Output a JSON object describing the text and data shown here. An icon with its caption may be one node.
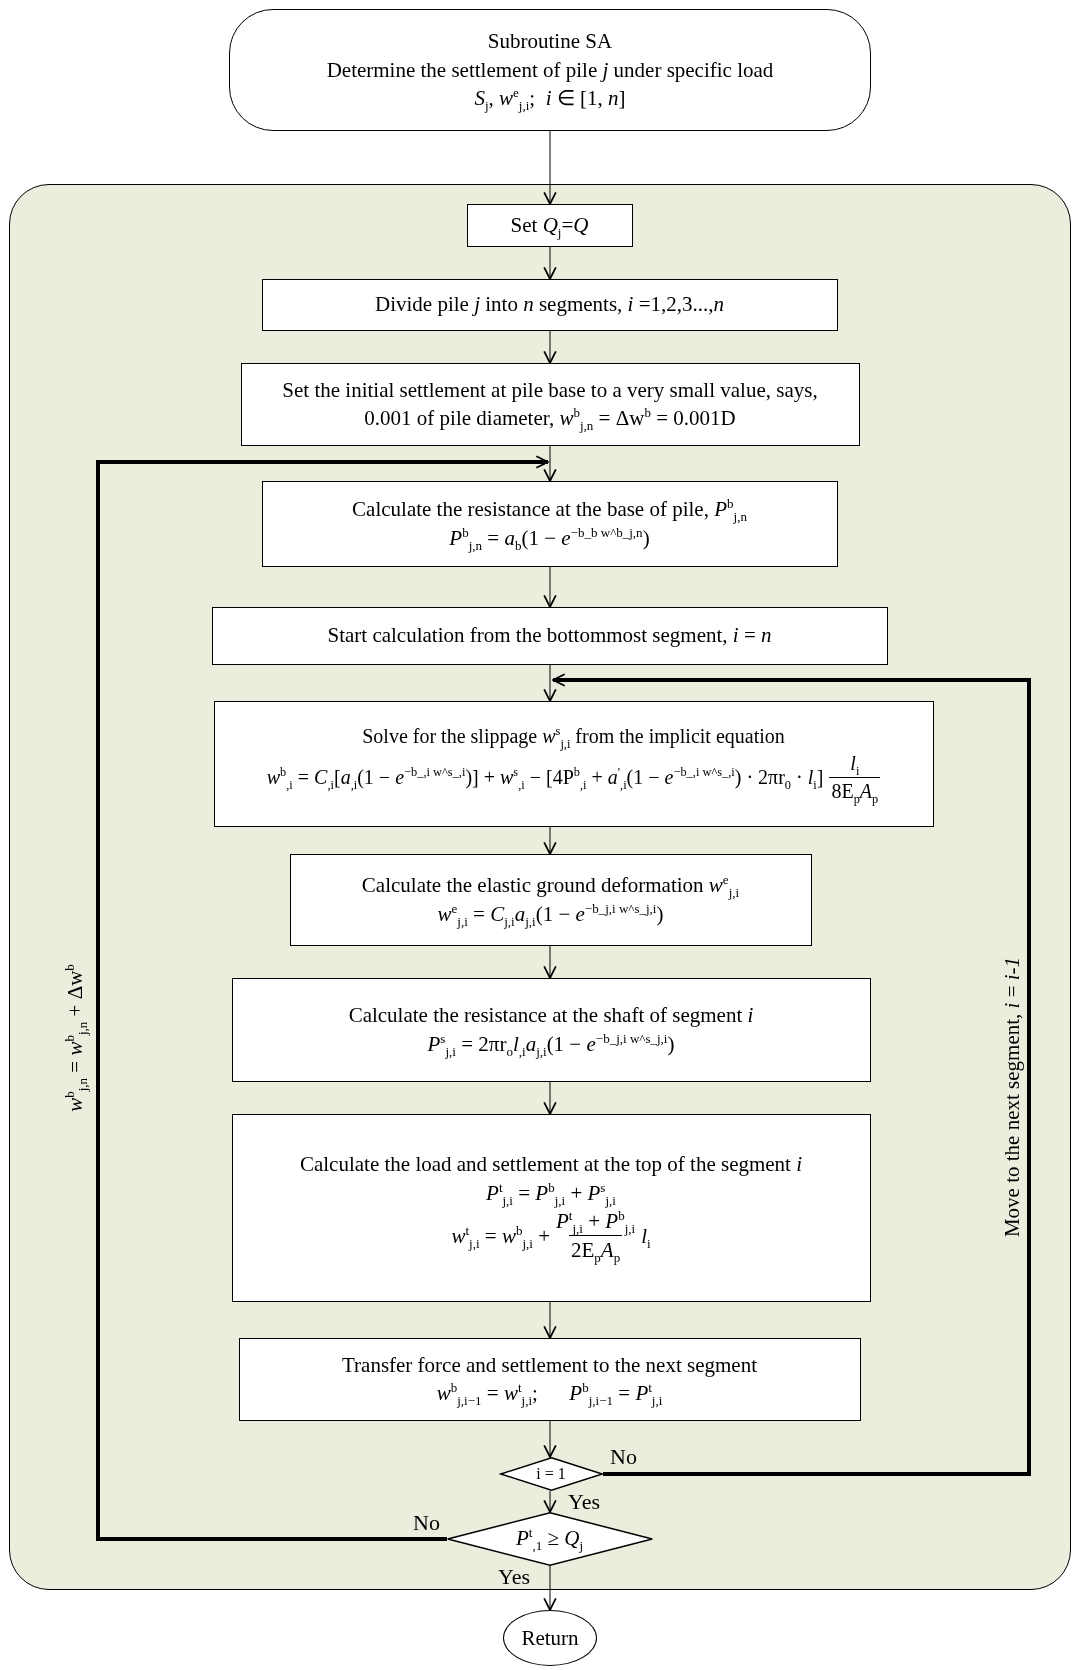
{
  "diagram": {
    "nodes": [
      {
        "text": [
          "Subroutine SA",
          "Determine the settlement of pile *j* under specific load",
          "*S*$_{j}$, *w*$^{e}$$_{j,i}$;  *i* ∈ [1, *n*]"
        ]
      },
      {
        "text": [],
        "shape": "box"
      },
      {
        "text": [
          "Set *Q*$_{j}$=*Q*"
        ],
        "in": 1
      },
      {
        "text": [
          "Divide pile *j* into *n* segments, *i* =1,2,3...,*n*"
        ],
        "in": 1
      },
      {
        "text": [
          "Set the initial settlement at pile base to a very small value, says, 0.001 of pile diameter, *w*$^{b}$$_{j,n}$ = Δw$^{b}$ = 0.001D"
        ],
        "in": 1
      },
      {
        "text": [
          "Calculate the resistance at the base of pile, *P*$^{b}$$_{j,n}$",
          "*P*$^{b}$$_{j,n}$ = *a*$_{b}$(1 − *e*$^{−b_b w^b_j,n}$)"
        ],
        "in": 1
      },
      {
        "text": [
          "Start calculation from the bottommost segment, *i* = *n*"
        ],
        "in": 1
      },
      {
        "text": [
          "Solve for the slippage *w*$^{s}$$_{j,i}$ from the implicit equation",
          "*w*$^{b}$$_{,i}$ = *C*$_{,i}$[*a*$_{,i}$(1 − *e*$^{−b_,i w^s_,i}$)] + *w*$^{s}$$_{,i}$ − [4P$^{b}$$_{,i}$ + *a*$^{'}$$_{,i}$(1 − *e*$^{−b_,i w^s_,i}$) · 2πr$_{0}$ · *l*$_{i}$]",
          "*l*$_{i}$",
          "8E$_{p}$*A*$_{p}$"
        ],
        "in": 1
      },
      {
        "text": [
          "Calculate the elastic ground deformation *w*$^{e}$$_{j,i}$",
          "*w*$^{e}$$_{j,i}$ = *C*$_{j,i}$*a*$_{j,i}$(1 − *e*$^{−b_j,i w^s_j,i}$)"
        ],
        "in": 1
      },
      {
        "text": [
          "Calculate the resistance at the shaft of segment *i*",
          "*P*$^{s}$$_{j,i}$ = 2πr$_{o}$*l*$_{,i}$*a*$_{j,i}$(1 − *e*$^{−b_j,i w^s_j,i}$)"
        ],
        "in": 1
      },
      {
        "text": [
          "Calculate the load and settlement at the top of the segment *i*",
          "*P*$^{t}$$_{j,i}$ = *P*$^{b}$$_{j,i}$ + *P*$^{s}$$_{j,i}$",
          "*w*$^{t}$$_{j,i}$ = *w*$^{b}$$_{j,i}$ +",
          "*P*$^{t}$$_{j,i}$ + *P*$^{b}$$_{j,i}$",
          "2E$_{p}$*A*$_{p}$",
          "*l*$_{i}$"
        ],
        "in": 1
      },
      {
        "text": [
          "Transfer force and settlement to the next segment",
          "*w*$^{b}$$_{j,i−1}$ = *w*$^{t}$$_{j,i}$;      *P*$^{b}$$_{j,i−1}$ = *P*$^{t}$$_{j,i}$"
        ],
        "in": 1
      },
      {
        "text": [
          "i = 1"
        ],
        "in": 1
      },
      {
        "text": [
          "*P*$^{t}$$_{,1}$ ≥ *Q*$_{j}$"
        ],
        "in": 1
      },
      {
        "text": [
          "Return"
        ]
      }
    ],
    "edges": [
      {
        "from": 0,
        "to": 2,
        "arrow": "to"
      },
      {
        "from": 2,
        "to": 3,
        "arrow": "to"
      },
      {
        "from": 3,
        "to": 4,
        "arrow": "to"
      },
      {
        "from": 4,
        "to": 5,
        "arrow": "to"
      },
      {
        "from": 5,
        "to": 6,
        "arrow": "to"
      },
      {
        "from": 6,
        "to": 7,
        "arrow": "to"
      },
      {
        "from": 7,
        "to": 8,
        "arrow": "to"
      },
      {
        "from": 8,
        "to": 9,
        "arrow": "to"
      },
      {
        "from": 9,
        "to": 10,
        "arrow": "to"
      },
      {
        "from": 10,
        "to": 11,
        "arrow": "to"
      },
      {
        "from": 11,
        "to": 12,
        "arrow": "to"
      },
      {
        "from": 12,
        "to": 13,
        "arrow": "to",
        "label": "Yes"
      },
      {
        "from": 12,
        "to": 7,
        "arrow": "to",
        "label": "No",
        "style": "thick"
      },
      {
        "from": 13,
        "to": 5,
        "arrow": "to",
        "label": "No",
        "style": "thick"
      },
      {
        "from": 13,
        "to": 14,
        "arrow": "to",
        "label": "Yes"
      }
    ],
    "labels": [
      "*w*$^{b}$$_{j,n}$ = *w*$^{b}$$_{j,n}$ + Δw$^{b}$",
      "Move to the next segment, *i* = *i-1*"
    ]
  }
}
